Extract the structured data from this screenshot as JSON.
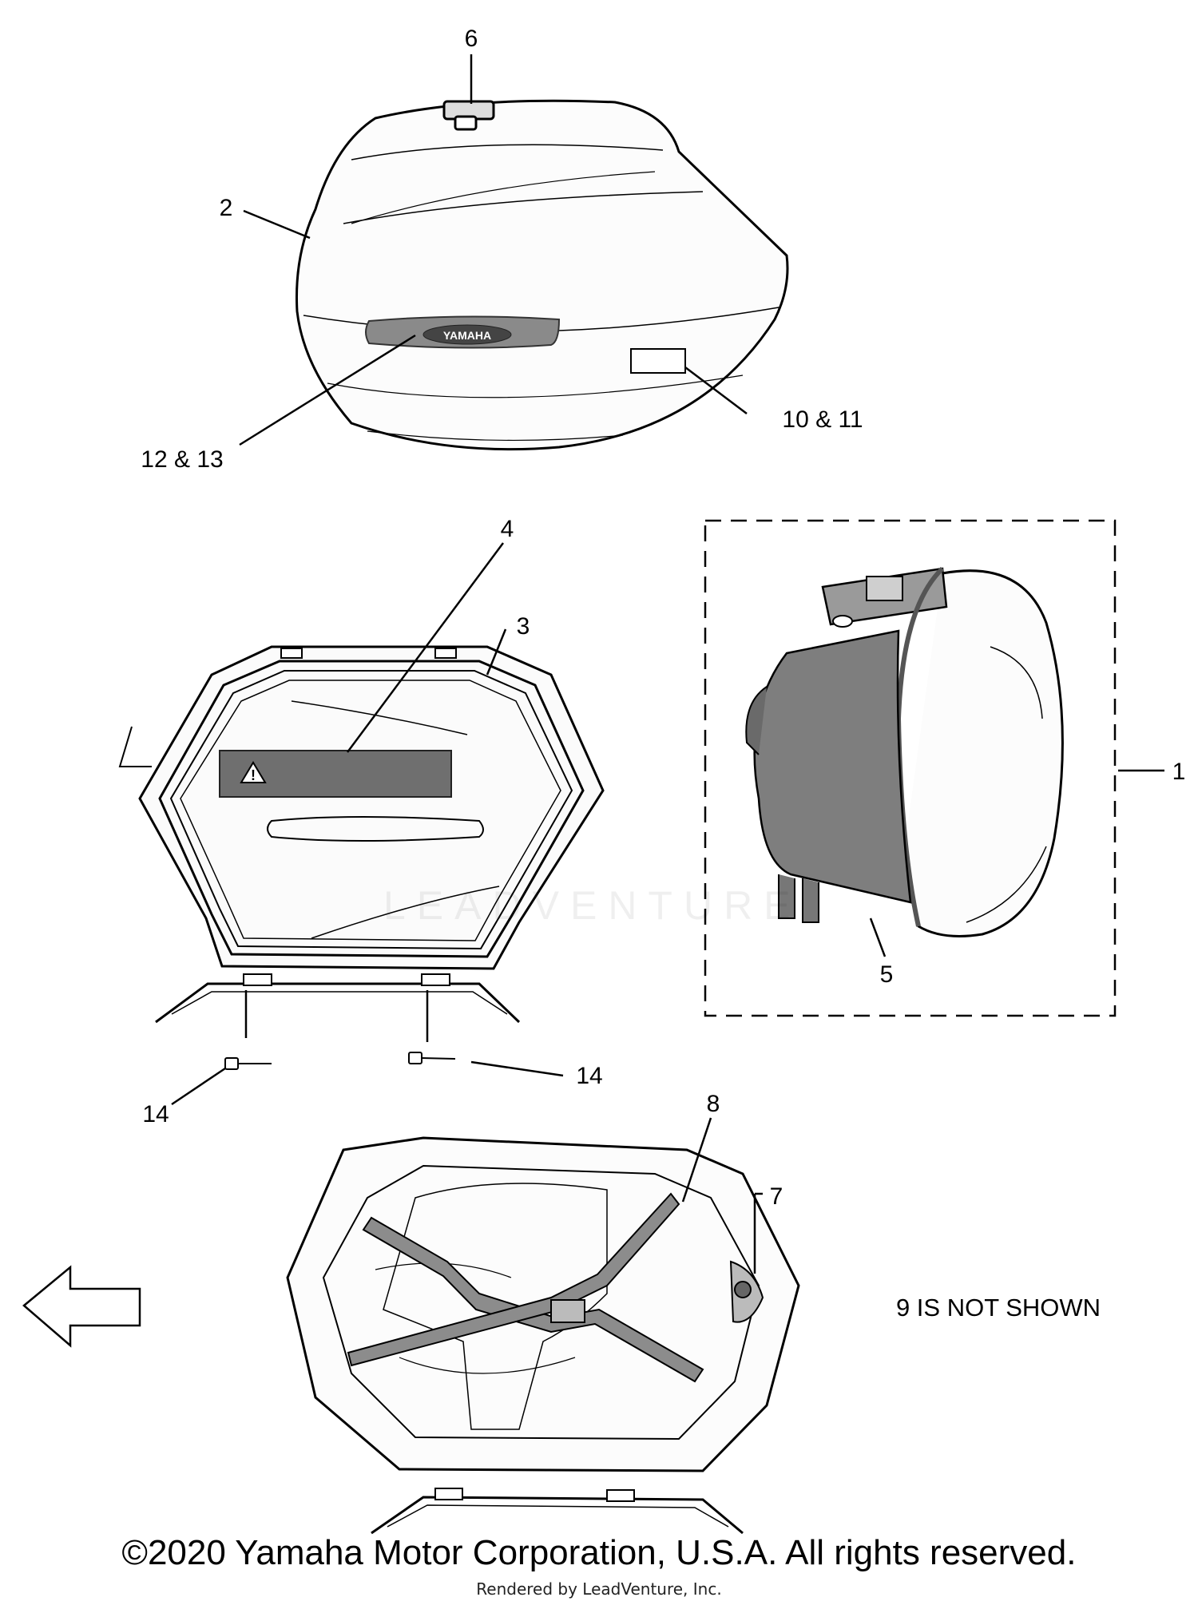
{
  "callouts": {
    "c1": "1",
    "c2": "2",
    "c3": "3",
    "c4": "4",
    "c5": "5",
    "c6": "6",
    "c7": "7",
    "c8": "8",
    "c10_11": "10 & 11",
    "c12_13": "12 & 13",
    "c14a": "14",
    "c14b": "14"
  },
  "emblem_text": "YAMAHA",
  "warning_symbol": "!",
  "note": "9 IS NOT SHOWN",
  "watermark": "LEADVENTURE",
  "footer": {
    "copyright": "©2020 Yamaha Motor Corporation, U.S.A. All rights reserved.",
    "rendered_by": "Rendered by LeadVenture, Inc."
  },
  "icons": {
    "direction": "front-arrow-icon"
  }
}
